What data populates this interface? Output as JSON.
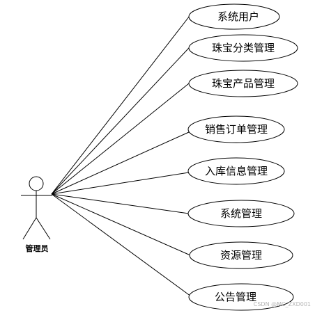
{
  "actor": {
    "label": "管理员"
  },
  "use_cases": [
    {
      "label": "系统用户"
    },
    {
      "label": "珠宝分类管理"
    },
    {
      "label": "珠宝产品管理"
    },
    {
      "label": "销售订单管理"
    },
    {
      "label": "入库信息管理"
    },
    {
      "label": "系统管理"
    },
    {
      "label": "资源管理"
    },
    {
      "label": "公告管理"
    }
  ],
  "watermark": "CSDN @MC_ZXD001"
}
